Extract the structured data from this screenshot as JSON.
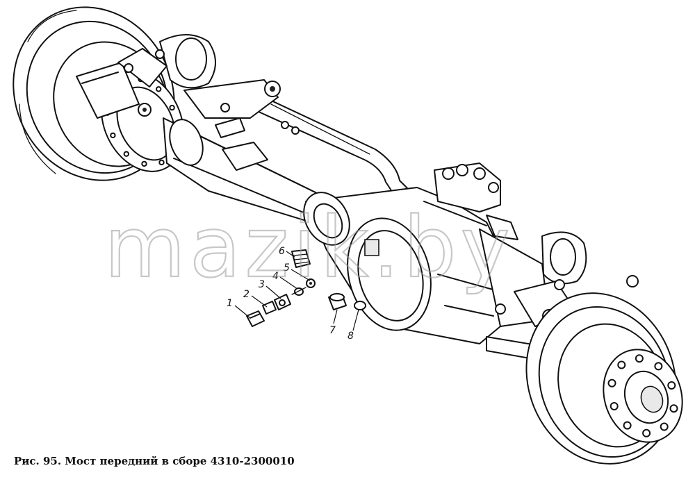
{
  "figure": {
    "caption": "Рис. 95. Мост передний в сборе 4310-2300010",
    "watermark": "mazik.by",
    "callouts": [
      {
        "id": "1",
        "label": "1"
      },
      {
        "id": "2",
        "label": "2"
      },
      {
        "id": "3",
        "label": "3"
      },
      {
        "id": "4",
        "label": "4"
      },
      {
        "id": "5",
        "label": "5"
      },
      {
        "id": "6",
        "label": "6"
      },
      {
        "id": "7",
        "label": "7"
      },
      {
        "id": "8",
        "label": "8"
      }
    ]
  }
}
